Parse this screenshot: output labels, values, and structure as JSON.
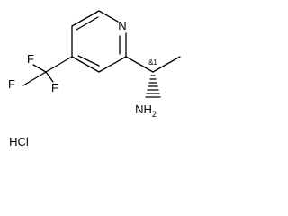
{
  "molecule": {
    "atoms": {
      "nitrogen": "N",
      "fluorine_top": "F",
      "fluorine_left": "F",
      "fluorine_bottom": "F",
      "amine": "NH2",
      "amine_main": "NH",
      "amine_subscript": "2"
    },
    "stereo_label": "&1",
    "salt": "HCl"
  }
}
